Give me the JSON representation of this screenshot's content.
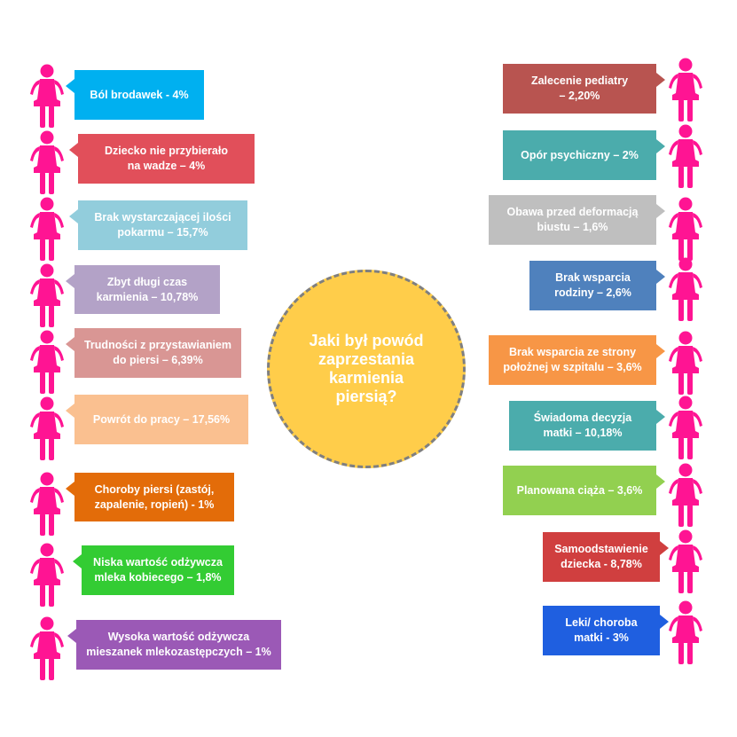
{
  "center": {
    "question": "Jaki był powód\nzaprzestania\nkarmienia\npiersią?",
    "color": "#FFCD4A"
  },
  "figure_color": "#FF1493",
  "left_reasons": [
    {
      "text": "Ból brodawek - 4%",
      "color": "#00B0F0"
    },
    {
      "text": "Dziecko nie przybierało\nna wadze – 4%",
      "color": "#E14F5A"
    },
    {
      "text": "Brak wystarczającej ilości\npokarmu – 15,7%",
      "color": "#92CDDC"
    },
    {
      "text": "Zbyt długi czas\nkarmienia – 10,78%",
      "color": "#B3A2C7"
    },
    {
      "text": "Trudności z przystawianiem\ndo piersi – 6,39%",
      "color": "#D99694"
    },
    {
      "text": "Powrót do pracy – 17,56%",
      "color": "#FAC090"
    },
    {
      "text": "Choroby piersi (zastój,\nzapalenie, ropień) - 1%",
      "color": "#E36C09"
    },
    {
      "text": "Niska wartość odżywcza\nmleka kobiecego – 1,8%",
      "color": "#33CC33"
    },
    {
      "text": "Wysoka wartość odżywcza\nmieszanek mlekozastępczych – 1%",
      "color": "#9B59B6"
    }
  ],
  "right_reasons": [
    {
      "text": "Zalecenie pediatry\n– 2,20%",
      "color": "#B85450"
    },
    {
      "text": "Opór psychiczny – 2%",
      "color": "#4BACAC"
    },
    {
      "text": "Obawa przed deformacją\nbiustu – 1,6%",
      "color": "#BFBFBF"
    },
    {
      "text": "Brak wsparcia\nrodziny – 2,6%",
      "color": "#4F81BD"
    },
    {
      "text": "Brak wsparcia ze strony\npołożnej w szpitalu – 3,6%",
      "color": "#F79646"
    },
    {
      "text": "Świadoma decyzja\nmatki – 10,18%",
      "color": "#4BACAC"
    },
    {
      "text": "Planowana ciąża – 3,6%",
      "color": "#92D050"
    },
    {
      "text": "Samoodstawienie\ndziecka - 8,78%",
      "color": "#D03F3F"
    },
    {
      "text": "Leki/ choroba\nmatki -  3%",
      "color": "#1F5FE0"
    }
  ]
}
